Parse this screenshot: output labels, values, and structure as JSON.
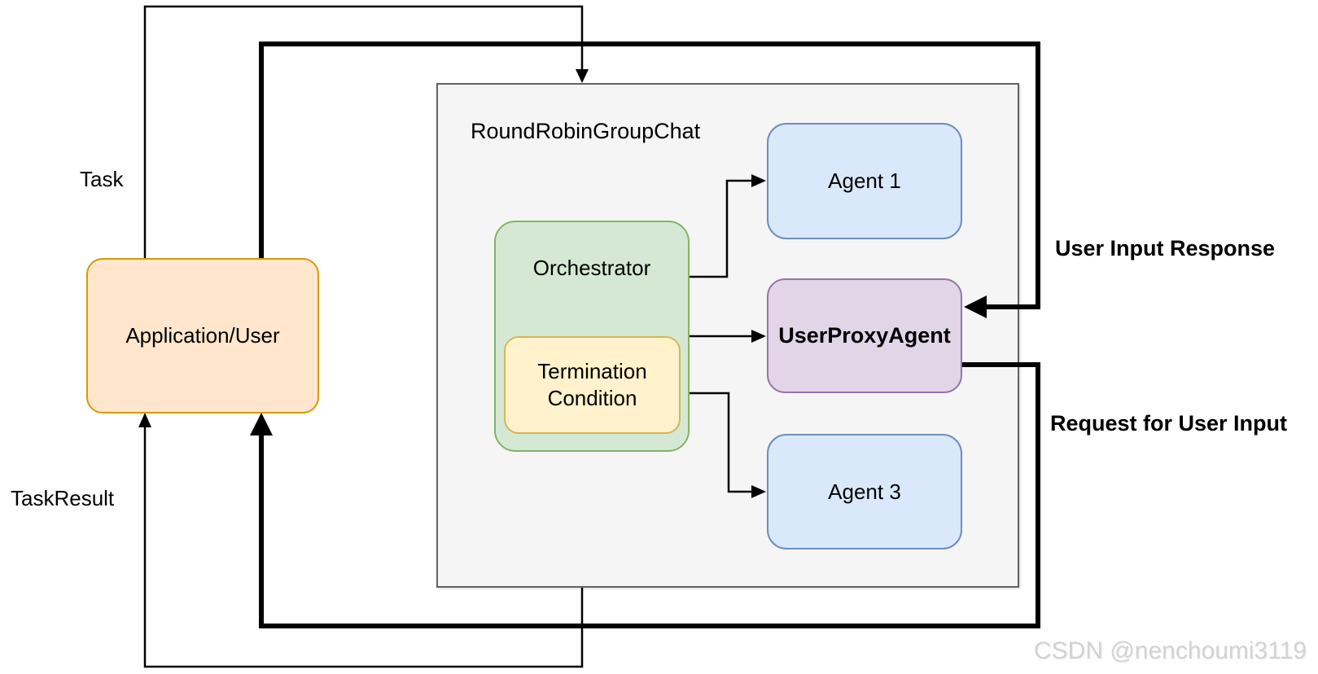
{
  "diagram": {
    "nodes": {
      "application_user": {
        "label": "Application/User",
        "fill": "#ffe6cc",
        "stroke": "#d79b00"
      },
      "group_chat": {
        "label": "RoundRobinGroupChat",
        "fill": "#f5f5f5",
        "stroke": "#616161"
      },
      "orchestrator": {
        "label": "Orchestrator",
        "fill": "#d5e8d4",
        "stroke": "#82b366"
      },
      "termination_condition": {
        "label": "Termination Condition",
        "fill": "#fff2cc",
        "stroke": "#d6b656"
      },
      "agent1": {
        "label": "Agent 1",
        "fill": "#dae8fc",
        "stroke": "#6c8ebf"
      },
      "user_proxy_agent": {
        "label": "UserProxyAgent",
        "fill": "#e1d5e7",
        "stroke": "#9673a6"
      },
      "agent3": {
        "label": "Agent 3",
        "fill": "#dae8fc",
        "stroke": "#6c8ebf"
      }
    },
    "edge_labels": {
      "task": "Task",
      "task_result": "TaskResult",
      "user_input_response": "User Input Response",
      "request_for_user_input": "Request for User Input"
    },
    "watermark": "CSDN @nenchoumi3119",
    "line_color": "#000000",
    "background": "#ffffff"
  }
}
